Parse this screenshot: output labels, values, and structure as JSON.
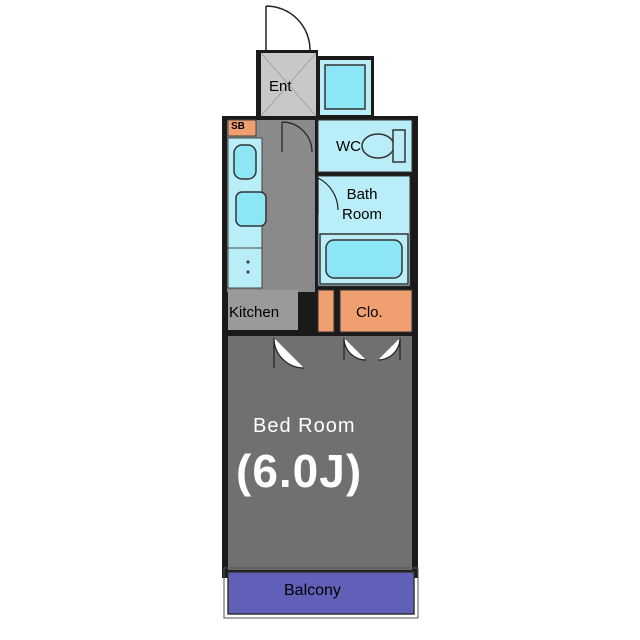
{
  "rooms": {
    "entrance": "Ent",
    "shoe_box": "SB",
    "wc": "WC",
    "bath_line1": "Bath",
    "bath_line2": "Room",
    "kitchen": "Kitchen",
    "closet": "Clo.",
    "bedroom": "Bed Room",
    "bedroom_size": "(6.0J)",
    "balcony": "Balcony"
  },
  "colors": {
    "bedroom_floor": "#707070",
    "corridor_floor": "#8a8a8a",
    "wet_area": "#b9eef8",
    "fixture": "#8de6f6",
    "closet": "#f0a070",
    "balcony": "#6060b8",
    "wall": "#1a1a1a"
  }
}
